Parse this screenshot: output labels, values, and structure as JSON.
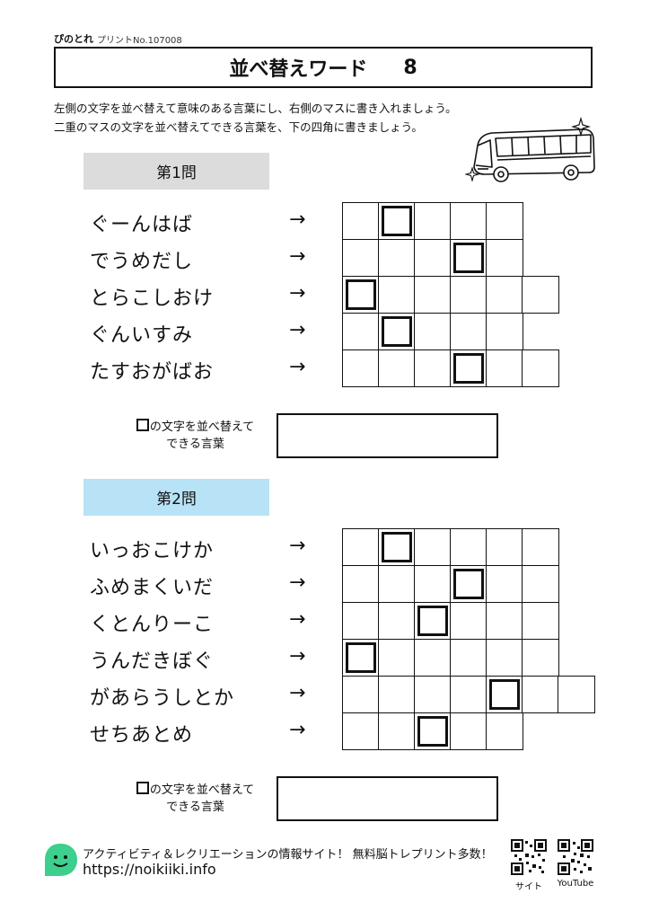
{
  "header": {
    "brand": "ぴのとれ",
    "print_no": "プリントNo.107008",
    "title": "並べ替えワード",
    "title_number": "8"
  },
  "instructions": [
    "左側の文字を並べ替えて意味のある言葉にし、右側のマスに書き入れましょう。",
    "二重のマスの文字を並べ替えてできる言葉を、下の四角に書きましょう。"
  ],
  "arrow": "→",
  "answer_label": {
    "line1": "の文字を並べ替えて",
    "line2": "できる言葉"
  },
  "questions": [
    {
      "header": "第1問",
      "header_color": "#dcdcdc",
      "rows": [
        {
          "word": "ぐーんはば",
          "cells": 5,
          "mark": 1
        },
        {
          "word": "でうめだし",
          "cells": 5,
          "mark": 3
        },
        {
          "word": "とらこしおけ",
          "cells": 6,
          "mark": 0
        },
        {
          "word": "ぐんいすみ",
          "cells": 5,
          "mark": 1
        },
        {
          "word": "たすおがばお",
          "cells": 6,
          "mark": 3
        }
      ]
    },
    {
      "header": "第2問",
      "header_color": "#b8e2f5",
      "rows": [
        {
          "word": "いっおこけか",
          "cells": 6,
          "mark": 1
        },
        {
          "word": "ふめまくいだ",
          "cells": 6,
          "mark": 3
        },
        {
          "word": "くとんりーこ",
          "cells": 6,
          "mark": 2
        },
        {
          "word": "うんだきぼぐ",
          "cells": 6,
          "mark": 0
        },
        {
          "word": "があらうしとか",
          "cells": 7,
          "mark": 4
        },
        {
          "word": "せちあとめ",
          "cells": 5,
          "mark": 2
        }
      ]
    }
  ],
  "footer": {
    "text": "アクティビティ＆レクリエーションの情報サイト！ 無料脳トレプリント多数！",
    "url": "https://noikiiki.info",
    "qr_site_label": "サイト",
    "qr_youtube_label": "YouTube"
  },
  "colors": {
    "logo_green": "#3ccf8e",
    "q1_header": "#dcdcdc",
    "q2_header": "#b8e2f5"
  },
  "icons": [
    "bus-illustration",
    "sparkle-icon",
    "logo-icon",
    "qr-code-icon"
  ]
}
